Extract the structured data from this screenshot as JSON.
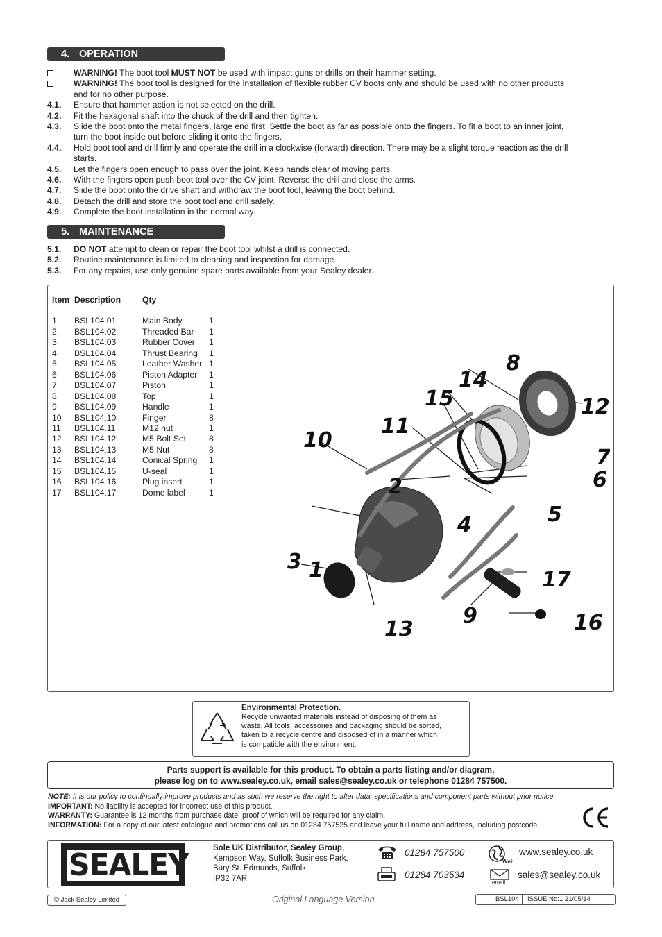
{
  "operation": {
    "number": "4.",
    "title": "OPERATION",
    "warnings": [
      {
        "bold": "WARNING!",
        "t1": " The boot tool ",
        "bold2": "MUST NOT",
        "t2": " be used with impact guns or drills on their hammer setting."
      },
      {
        "bold": "WARNING!",
        "t1": " The boot tool is designed for the installation of flexible rubber CV boots only and should be used with no other products",
        "t2": "and for no other purpose."
      }
    ],
    "steps": [
      {
        "num": "4.1.",
        "lines": [
          "Ensure that hammer action is not selected on the drill."
        ]
      },
      {
        "num": "4.2.",
        "lines": [
          "Fit the hexagonal shaft into the chuck of the drill and then tighten."
        ]
      },
      {
        "num": "4.3.",
        "lines": [
          "Slide the boot onto the metal fingers, large end first. Settle the boot as far as possible onto the fingers. To fit a boot to an inner joint,",
          "turn the boot inside out before sliding it onto the fingers."
        ]
      },
      {
        "num": "4.4.",
        "lines": [
          "Hold boot tool and drill firmly and operate the drill in a clockwise (forward) direction. There may be a slight torque reaction as the drill",
          "starts."
        ]
      },
      {
        "num": "4.5.",
        "lines": [
          "Let the fingers open enough to pass over the joint. Keep hands clear of moving parts."
        ]
      },
      {
        "num": "4.6.",
        "lines": [
          "With the fingers open push boot tool over the CV joint. Reverse the drill and close the arms."
        ]
      },
      {
        "num": "4.7.",
        "lines": [
          "Slide the boot onto the drive shaft and withdraw the boot tool, leaving the boot behind."
        ]
      },
      {
        "num": "4.8.",
        "lines": [
          "Detach the drill and store the boot tool and drill safely."
        ]
      },
      {
        "num": "4.9.",
        "lines": [
          "Complete the boot installation in the normal way."
        ]
      }
    ]
  },
  "maintenance": {
    "number": "5.",
    "title": "MAINTENANCE",
    "steps": [
      {
        "num": "5.1.",
        "bold": "DO NOT",
        "text": " attempt to clean or repair the boot tool whilst a drill is connected."
      },
      {
        "num": "5.2.",
        "bold": "",
        "text": "Routine maintenance is limited to cleaning and inspection for damage."
      },
      {
        "num": "5.3.",
        "bold": "",
        "text": "For any repairs, use only genuine spare parts available from your Sealey dealer."
      }
    ]
  },
  "parts": {
    "headers": {
      "item": "Item",
      "description": "Description",
      "qty": "Qty"
    },
    "rows": [
      {
        "item": "1",
        "part": "BSL104.01",
        "name": "Main Body",
        "qty": "1"
      },
      {
        "item": "2",
        "part": "BSL104.02",
        "name": "Threaded Bar",
        "qty": "1"
      },
      {
        "item": "3",
        "part": "BSL104.03",
        "name": "Rubber Cover",
        "qty": "1"
      },
      {
        "item": "4",
        "part": "BSL104.04",
        "name": "Thrust Bearing",
        "qty": "1"
      },
      {
        "item": "5",
        "part": "BSL104.05",
        "name": "Leather Washer",
        "qty": "1"
      },
      {
        "item": "6",
        "part": "BSL104.06",
        "name": "Piston Adapter",
        "qty": "1"
      },
      {
        "item": "7",
        "part": "BSL104.07",
        "name": "Piston",
        "qty": "1"
      },
      {
        "item": "8",
        "part": "BSL104.08",
        "name": "Top",
        "qty": "1"
      },
      {
        "item": "9",
        "part": "BSL104.09",
        "name": "Handle",
        "qty": "1"
      },
      {
        "item": "10",
        "part": "BSL104.10",
        "name": "Finger",
        "qty": "8"
      },
      {
        "item": "11",
        "part": "BSL104.11",
        "name": "M12 nut",
        "qty": "1"
      },
      {
        "item": "12",
        "part": "BSL104.12",
        "name": "M5 Bolt Set",
        "qty": "8"
      },
      {
        "item": "13",
        "part": "BSL104.13",
        "name": "M5 Nut",
        "qty": "8"
      },
      {
        "item": "14",
        "part": "BSL104.14",
        "name": "Conical Spring",
        "qty": "1"
      },
      {
        "item": "15",
        "part": "BSL104.15",
        "name": "U-seal",
        "qty": "1"
      },
      {
        "item": "16",
        "part": "BSL104.16",
        "name": "Plug insert",
        "qty": "1"
      },
      {
        "item": "17",
        "part": "BSL104.17",
        "name": "Dome label",
        "qty": "1"
      }
    ]
  },
  "diagram": {
    "callouts": [
      "1",
      "2",
      "3",
      "4",
      "5",
      "6",
      "7",
      "8",
      "9",
      "10",
      "11",
      "12",
      "13",
      "14",
      "15",
      "16",
      "17"
    ]
  },
  "environment": {
    "title": "Environmental Protection.",
    "lines": [
      "Recycle unwanted materials instead of disposing of them as",
      "waste. All tools, accessories and packaging should be sorted,",
      "taken to a recycle centre and disposed of in a manner which",
      "is compatible with the environment."
    ],
    "icon": "recycle-icon"
  },
  "parts_support": {
    "line1": "Parts support is available for this product. To obtain a parts listing and/or diagram,",
    "line2": "please log on to www.sealey.co.uk, email sales@sealey.co.uk or telephone 01284 757500."
  },
  "notes": [
    {
      "label": "NOTE:",
      "text": " It is our policy to continually improve products and as such we reserve the right to alter data, specifications and component parts without prior notice.",
      "italic": true
    },
    {
      "label": "IMPORTANT:",
      "text": " No liability is accepted for incorrect use of this product.",
      "italic": false
    },
    {
      "label": "WARRANTY:",
      "text": " Guarantee is 12 months from purchase date, proof of which will be required for any claim.",
      "italic": false
    },
    {
      "label": "INFORMATION:",
      "text": " For a copy of our latest catalogue and promotions call us on 01284 757525 and leave your full name and address, including postcode.",
      "italic": false
    }
  ],
  "footer": {
    "logo": "SEALEY",
    "address": [
      "Sole UK Distributor, Sealey Group,",
      "Kempson Way, Suffolk Business Park,",
      "Bury St. Edmunds, Suffolk,",
      "IP32 7AR"
    ],
    "phone": "01284 757500",
    "fax": "01284 703534",
    "web": "www.sealey.co.uk",
    "email": "sales@sealey.co.uk",
    "web_icon_label": "Web",
    "email_icon_label": "email"
  },
  "bottom": {
    "copyright": "© Jack Sealey Limited",
    "original": "Original Language Version",
    "model": "BSL104",
    "issue": "ISSUE No:1  21/05/14"
  }
}
